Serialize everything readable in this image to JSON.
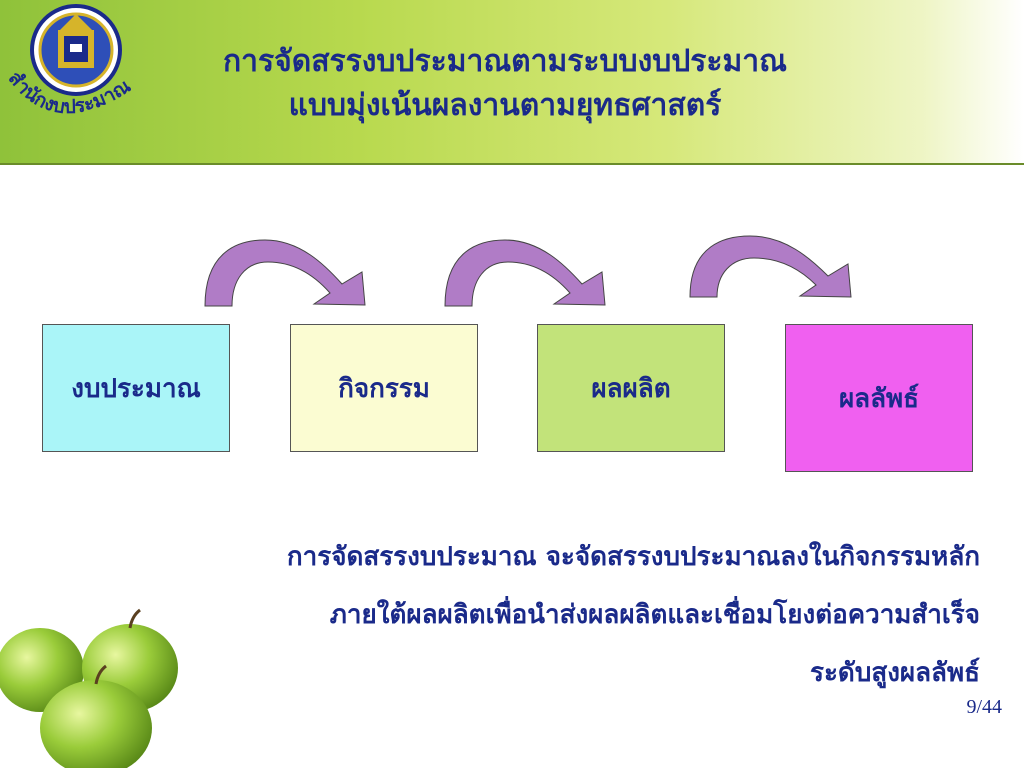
{
  "header": {
    "logo_text": "สำนักงบประมาณ",
    "title_line1": "การจัดสรรงบประมาณตามระบบงบประมาณ",
    "title_line2": "แบบมุ่งเน้นผลงานตามยุทธศาสตร์"
  },
  "flow": {
    "boxes": [
      {
        "label": "งบประมาณ",
        "color": "#aaf5f8"
      },
      {
        "label": "กิจกรรม",
        "color": "#fbfcd2"
      },
      {
        "label": "ผลผลิต",
        "color": "#c2e37a"
      },
      {
        "label": "ผลลัพธ์",
        "color": "#f060f0"
      }
    ]
  },
  "description": {
    "line1": "การจัดสรรงบประมาณ จะจัดสรรงบประมาณลงในกิจกรรมหลัก",
    "line2": "ภายใต้ผลผลิตเพื่อนำส่งผลผลิตและเชื่อมโยงต่อความสำเร็จ",
    "line3": "ระดับสูงผลลัพธ์"
  },
  "page_number": "9/44",
  "colors": {
    "title_text": "#1a2a8a",
    "arrow_fill": "#b07cc6",
    "header_green": "#8fc23a"
  }
}
